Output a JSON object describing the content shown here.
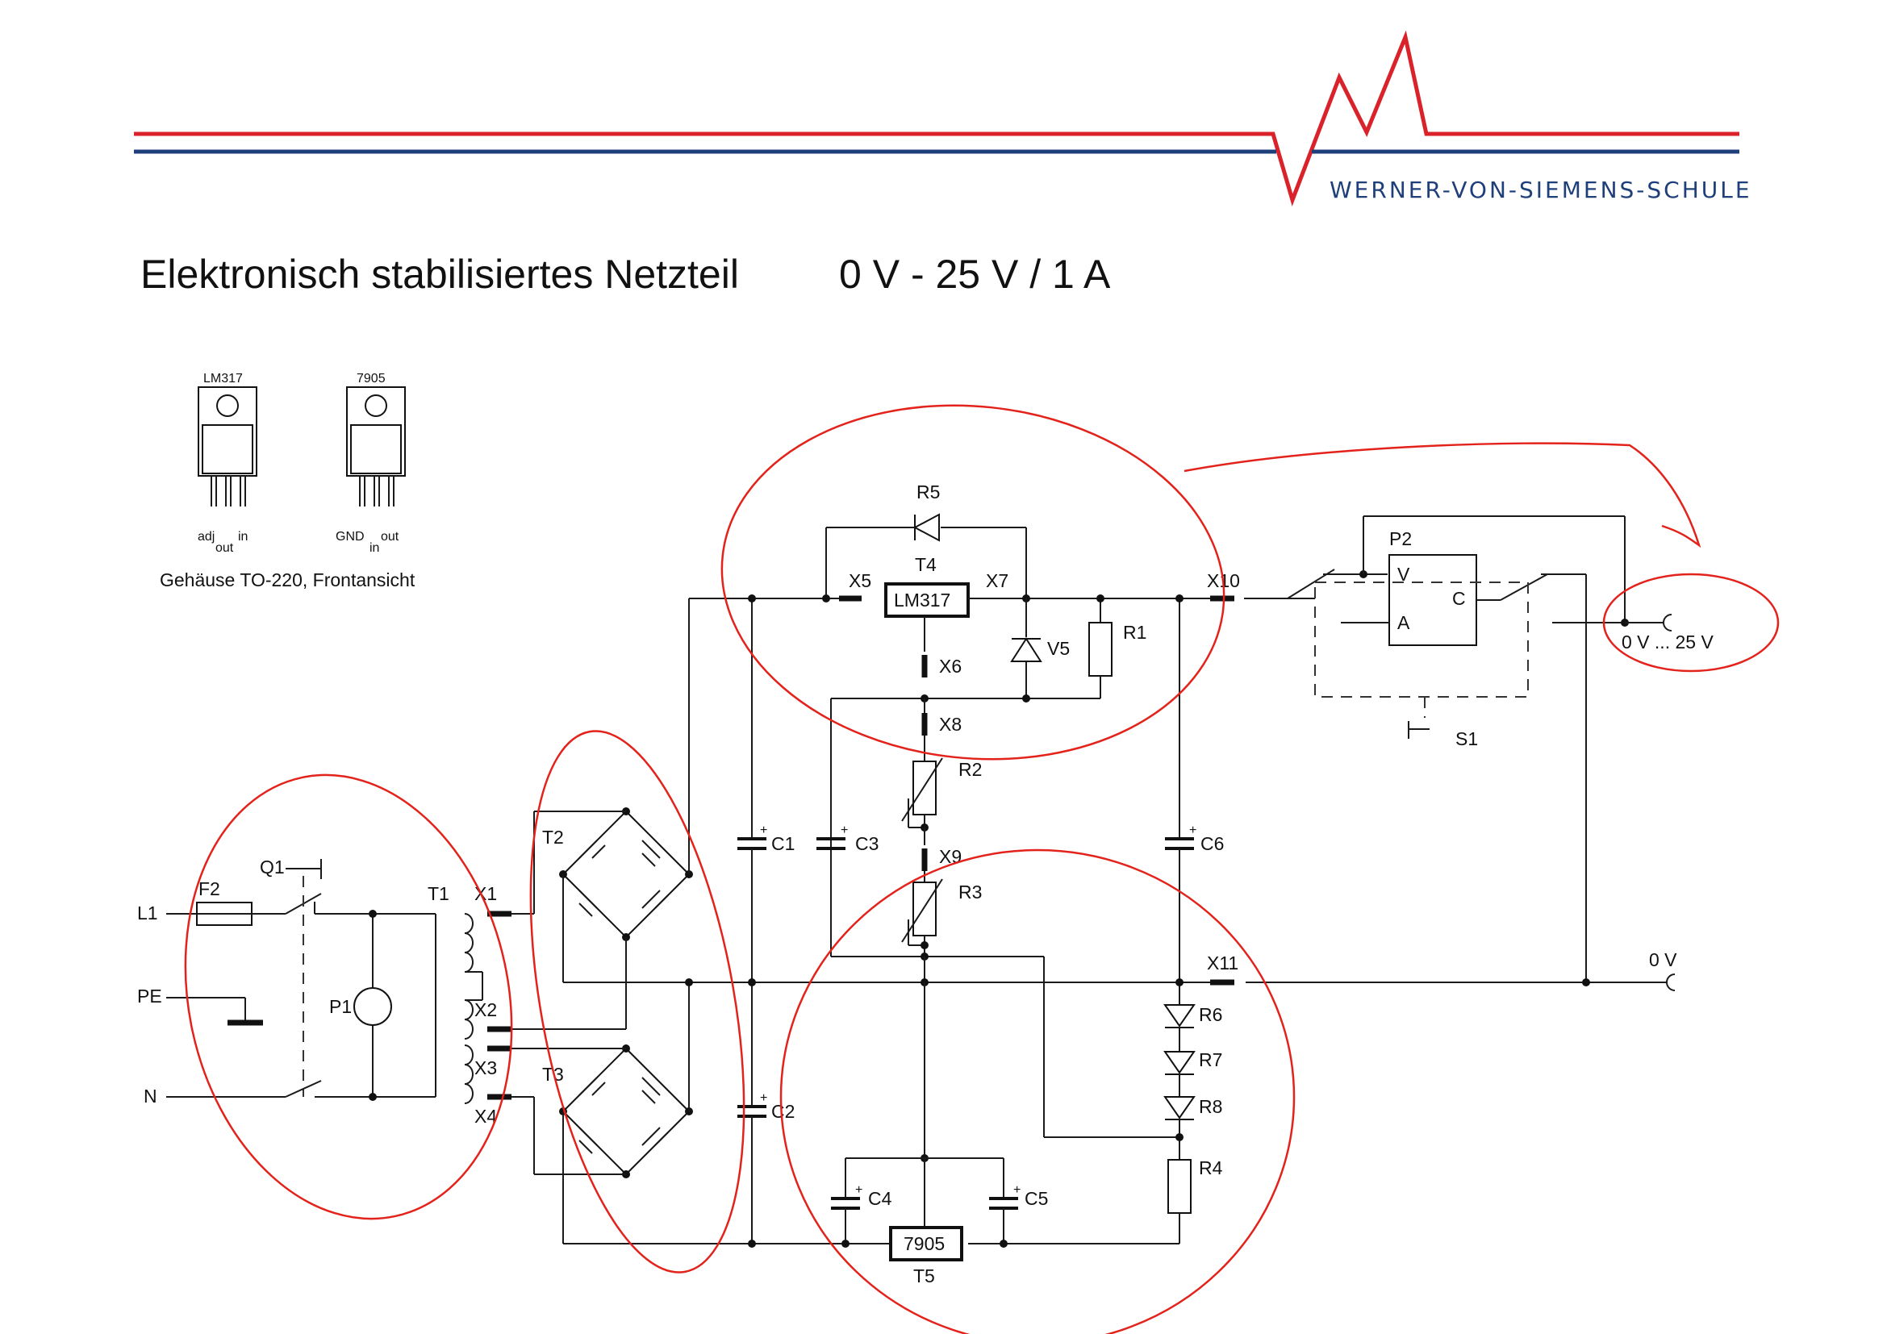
{
  "header": {
    "school_name": "WERNER-VON-SIEMENS-SCHULE",
    "title": "Elektronisch stabilisiertes Netzteil",
    "spec": "0 V - 25 V  /  1 A",
    "colors": {
      "red_line": "#d9222a",
      "blue_line": "#1f3f7a",
      "annotation": "#e3231b"
    }
  },
  "package_info": {
    "lm317_label": "LM317",
    "v7905_label": "7905",
    "lm317_pins_adj": "adj",
    "lm317_pins_out": "out",
    "lm317_pins_in": "in",
    "v7905_pins_gnd": "GND",
    "v7905_pins_in": "in",
    "v7905_pins_out": "out",
    "caption": "Gehäuse TO-220, Frontansicht"
  },
  "labels": {
    "L1": "L1",
    "PE": "PE",
    "N": "N",
    "F2": "F2",
    "Q1": "Q1",
    "P1": "P1",
    "T1": "T1",
    "X1": "X1",
    "X2": "X2",
    "X3": "X3",
    "X4": "X4",
    "X5": "X5",
    "X6": "X6",
    "X7": "X7",
    "X8": "X8",
    "X9": "X9",
    "X10": "X10",
    "X11": "X11",
    "T2": "T2",
    "T3": "T3",
    "T4": "T4",
    "T5": "T5",
    "lm317": "LM317",
    "v7905": "7905",
    "R1": "R1",
    "R2": "R2",
    "R3": "R3",
    "R4": "R4",
    "R5": "R5",
    "R6": "R6",
    "R7": "R7",
    "R8": "R8",
    "V5": "V5",
    "C1": "C1",
    "C2": "C2",
    "C3": "C3",
    "C4": "C4",
    "C5": "C5",
    "C6": "C6",
    "P2": "P2",
    "P2_V": "V",
    "P2_A": "A",
    "P2_C": "C",
    "S1": "S1",
    "out_range": "0 V ... 25 V",
    "out_zero": "0 V",
    "plus": "+"
  }
}
